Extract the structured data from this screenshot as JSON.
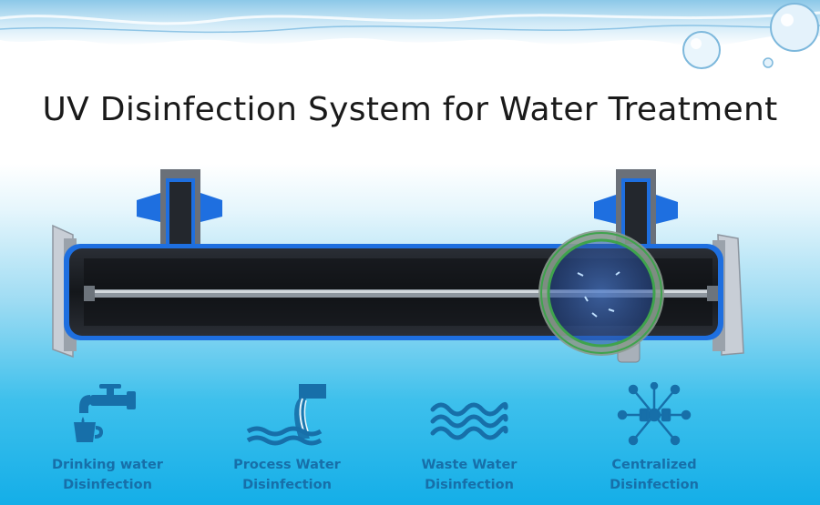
{
  "title": "UV Disinfection System for Water Treatment",
  "applications": [
    {
      "line1": "Drinking water",
      "line2": "Disinfection",
      "icon": "faucet-cup-icon"
    },
    {
      "line1": "Process Water",
      "line2": "Disinfection",
      "icon": "pipe-outflow-icon"
    },
    {
      "line1": "Waste Water",
      "line2": "Disinfection",
      "icon": "waves-icon"
    },
    {
      "line1": "Centralized",
      "line2": "Disinfection",
      "icon": "network-hub-icon"
    }
  ],
  "colors": {
    "icon": "#176fa9",
    "reactor_body": "#1c1f24",
    "reactor_outline": "#1e6fe0",
    "magnifier_ring": "#3fa34d"
  }
}
